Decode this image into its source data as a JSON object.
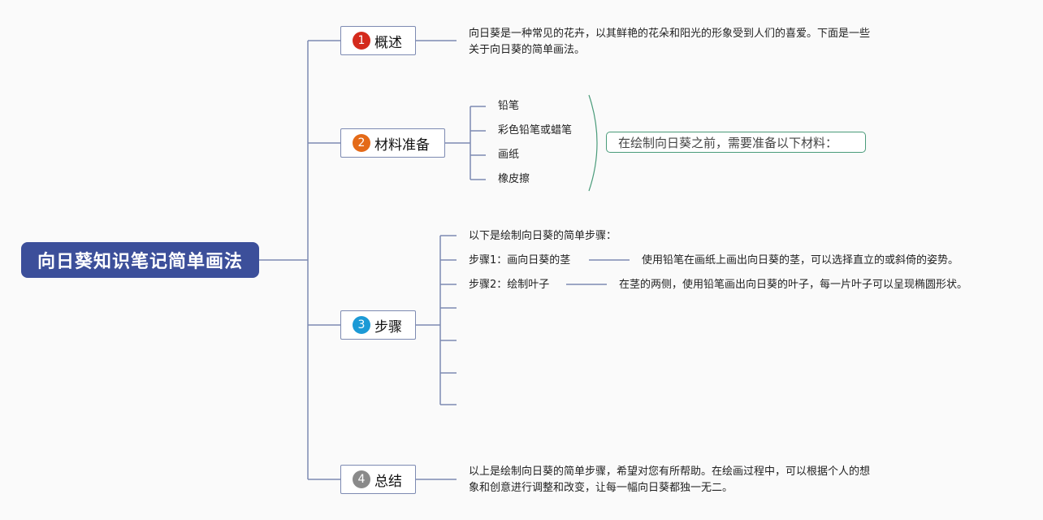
{
  "root": {
    "title": "向日葵知识笔记简单画法"
  },
  "colors": {
    "root_bg": "#3c4f9a",
    "line": "#7d8ab2",
    "badge1": "#d42a1c",
    "badge2": "#e46a18",
    "badge3": "#1c9ad6",
    "badge4": "#8a8a8a",
    "summary_border": "#4a9b7a"
  },
  "branches": [
    {
      "num": "1",
      "label": "概述",
      "text": "向日葵是一种常见的花卉，以其鲜艳的花朵和阳光的形象受到人们的喜爱。下面是一些关于向日葵的简单画法。"
    },
    {
      "num": "2",
      "label": "材料准备",
      "items": [
        "铅笔",
        "彩色铅笔或蜡笔",
        "画纸",
        "橡皮擦"
      ],
      "summary": "在绘制向日葵之前，需要准备以下材料："
    },
    {
      "num": "3",
      "label": "步骤",
      "intro": "以下是绘制向日葵的简单步骤：",
      "steps": [
        {
          "label": "步骤1：画向日葵的茎",
          "detail": "使用铅笔在画纸上画出向日葵的茎，可以选择直立的或斜倚的姿势。"
        },
        {
          "label": "步骤2：绘制叶子",
          "detail": "在茎的两侧，使用铅笔画出向日葵的叶子，每一片叶子可以呈现椭圆形状。"
        }
      ]
    },
    {
      "num": "4",
      "label": "总结",
      "text": "以上是绘制向日葵的简单步骤，希望对您有所帮助。在绘画过程中，可以根据个人的想象和创意进行调整和改变，让每一幅向日葵都独一无二。"
    }
  ]
}
